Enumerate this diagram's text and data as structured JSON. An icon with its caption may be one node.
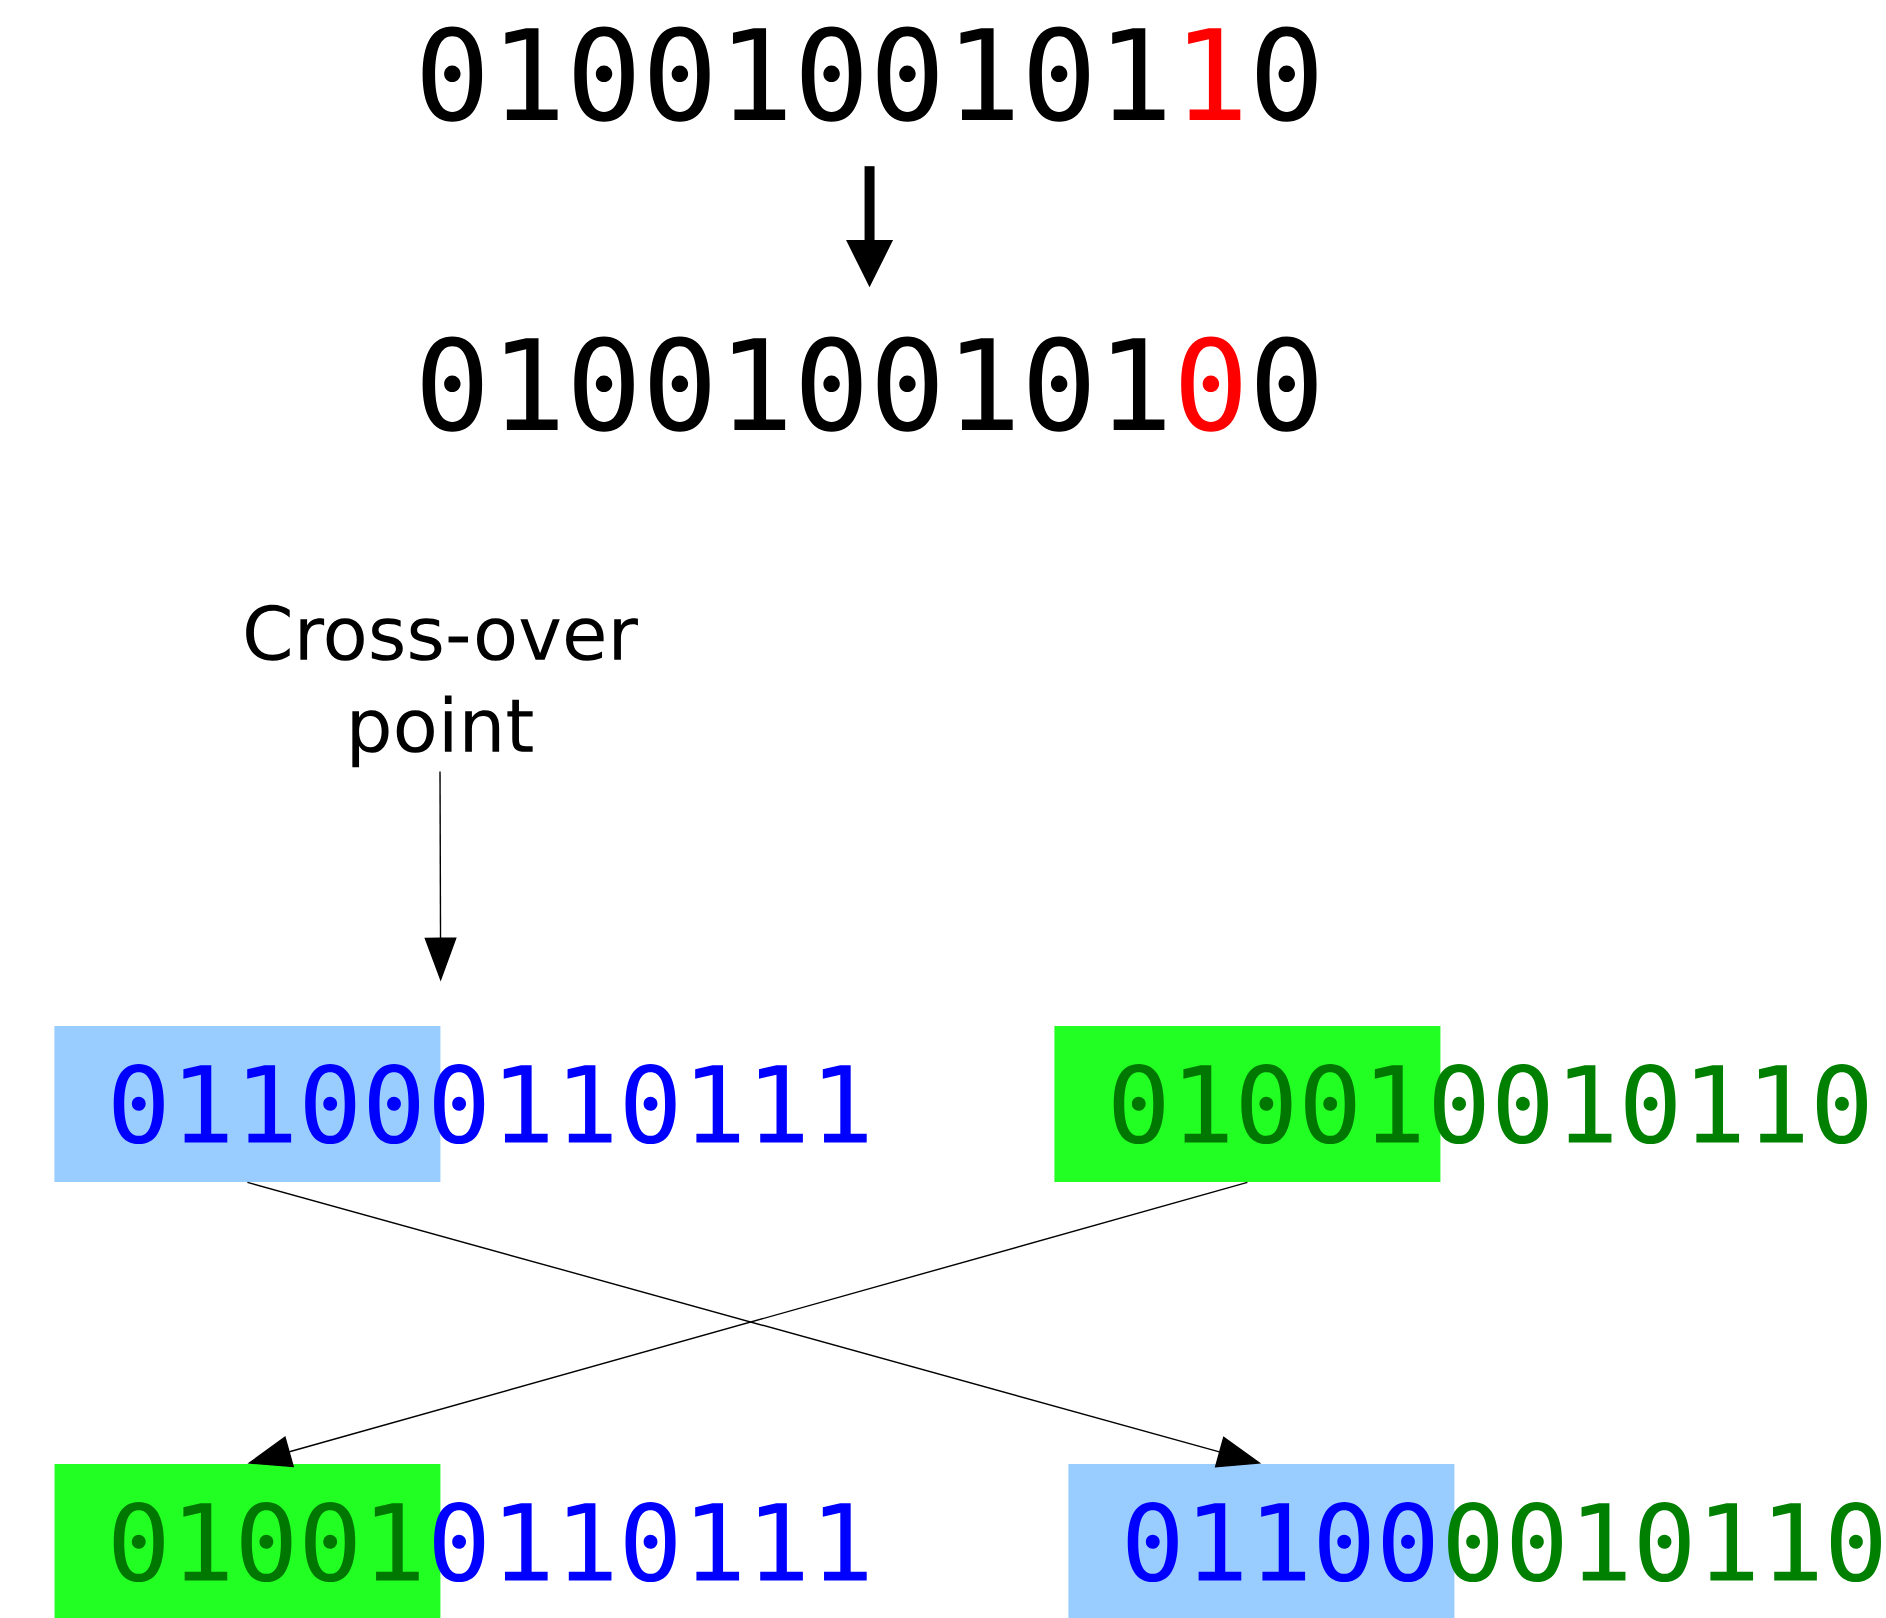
{
  "diagram": {
    "nodes": [
      {
        "text": [
          "0100100101",
          "1",
          "0"
        ]
      },
      {
        "text": [
          "0100100101",
          "0",
          "0"
        ]
      },
      {
        "text": [
          "Cross-over point"
        ]
      },
      {
        "text": [
          "01100"
        ],
        "beside": [
          "0110111"
        ]
      },
      {
        "text": [
          "01001"
        ],
        "beside": [
          "0010110"
        ]
      },
      {
        "text": [
          "01001"
        ],
        "beside": [
          "0110111"
        ]
      },
      {
        "text": [
          "01100"
        ],
        "beside": [
          "0010110"
        ]
      }
    ],
    "edges": [
      {
        "from": 0,
        "to": 1,
        "arrow": "to",
        "style": "thick"
      },
      {
        "from": 2,
        "to": 3,
        "arrow": "to"
      },
      {
        "from": 3,
        "to": 6,
        "arrow": "to"
      },
      {
        "from": 4,
        "to": 5,
        "arrow": "to"
      }
    ]
  }
}
